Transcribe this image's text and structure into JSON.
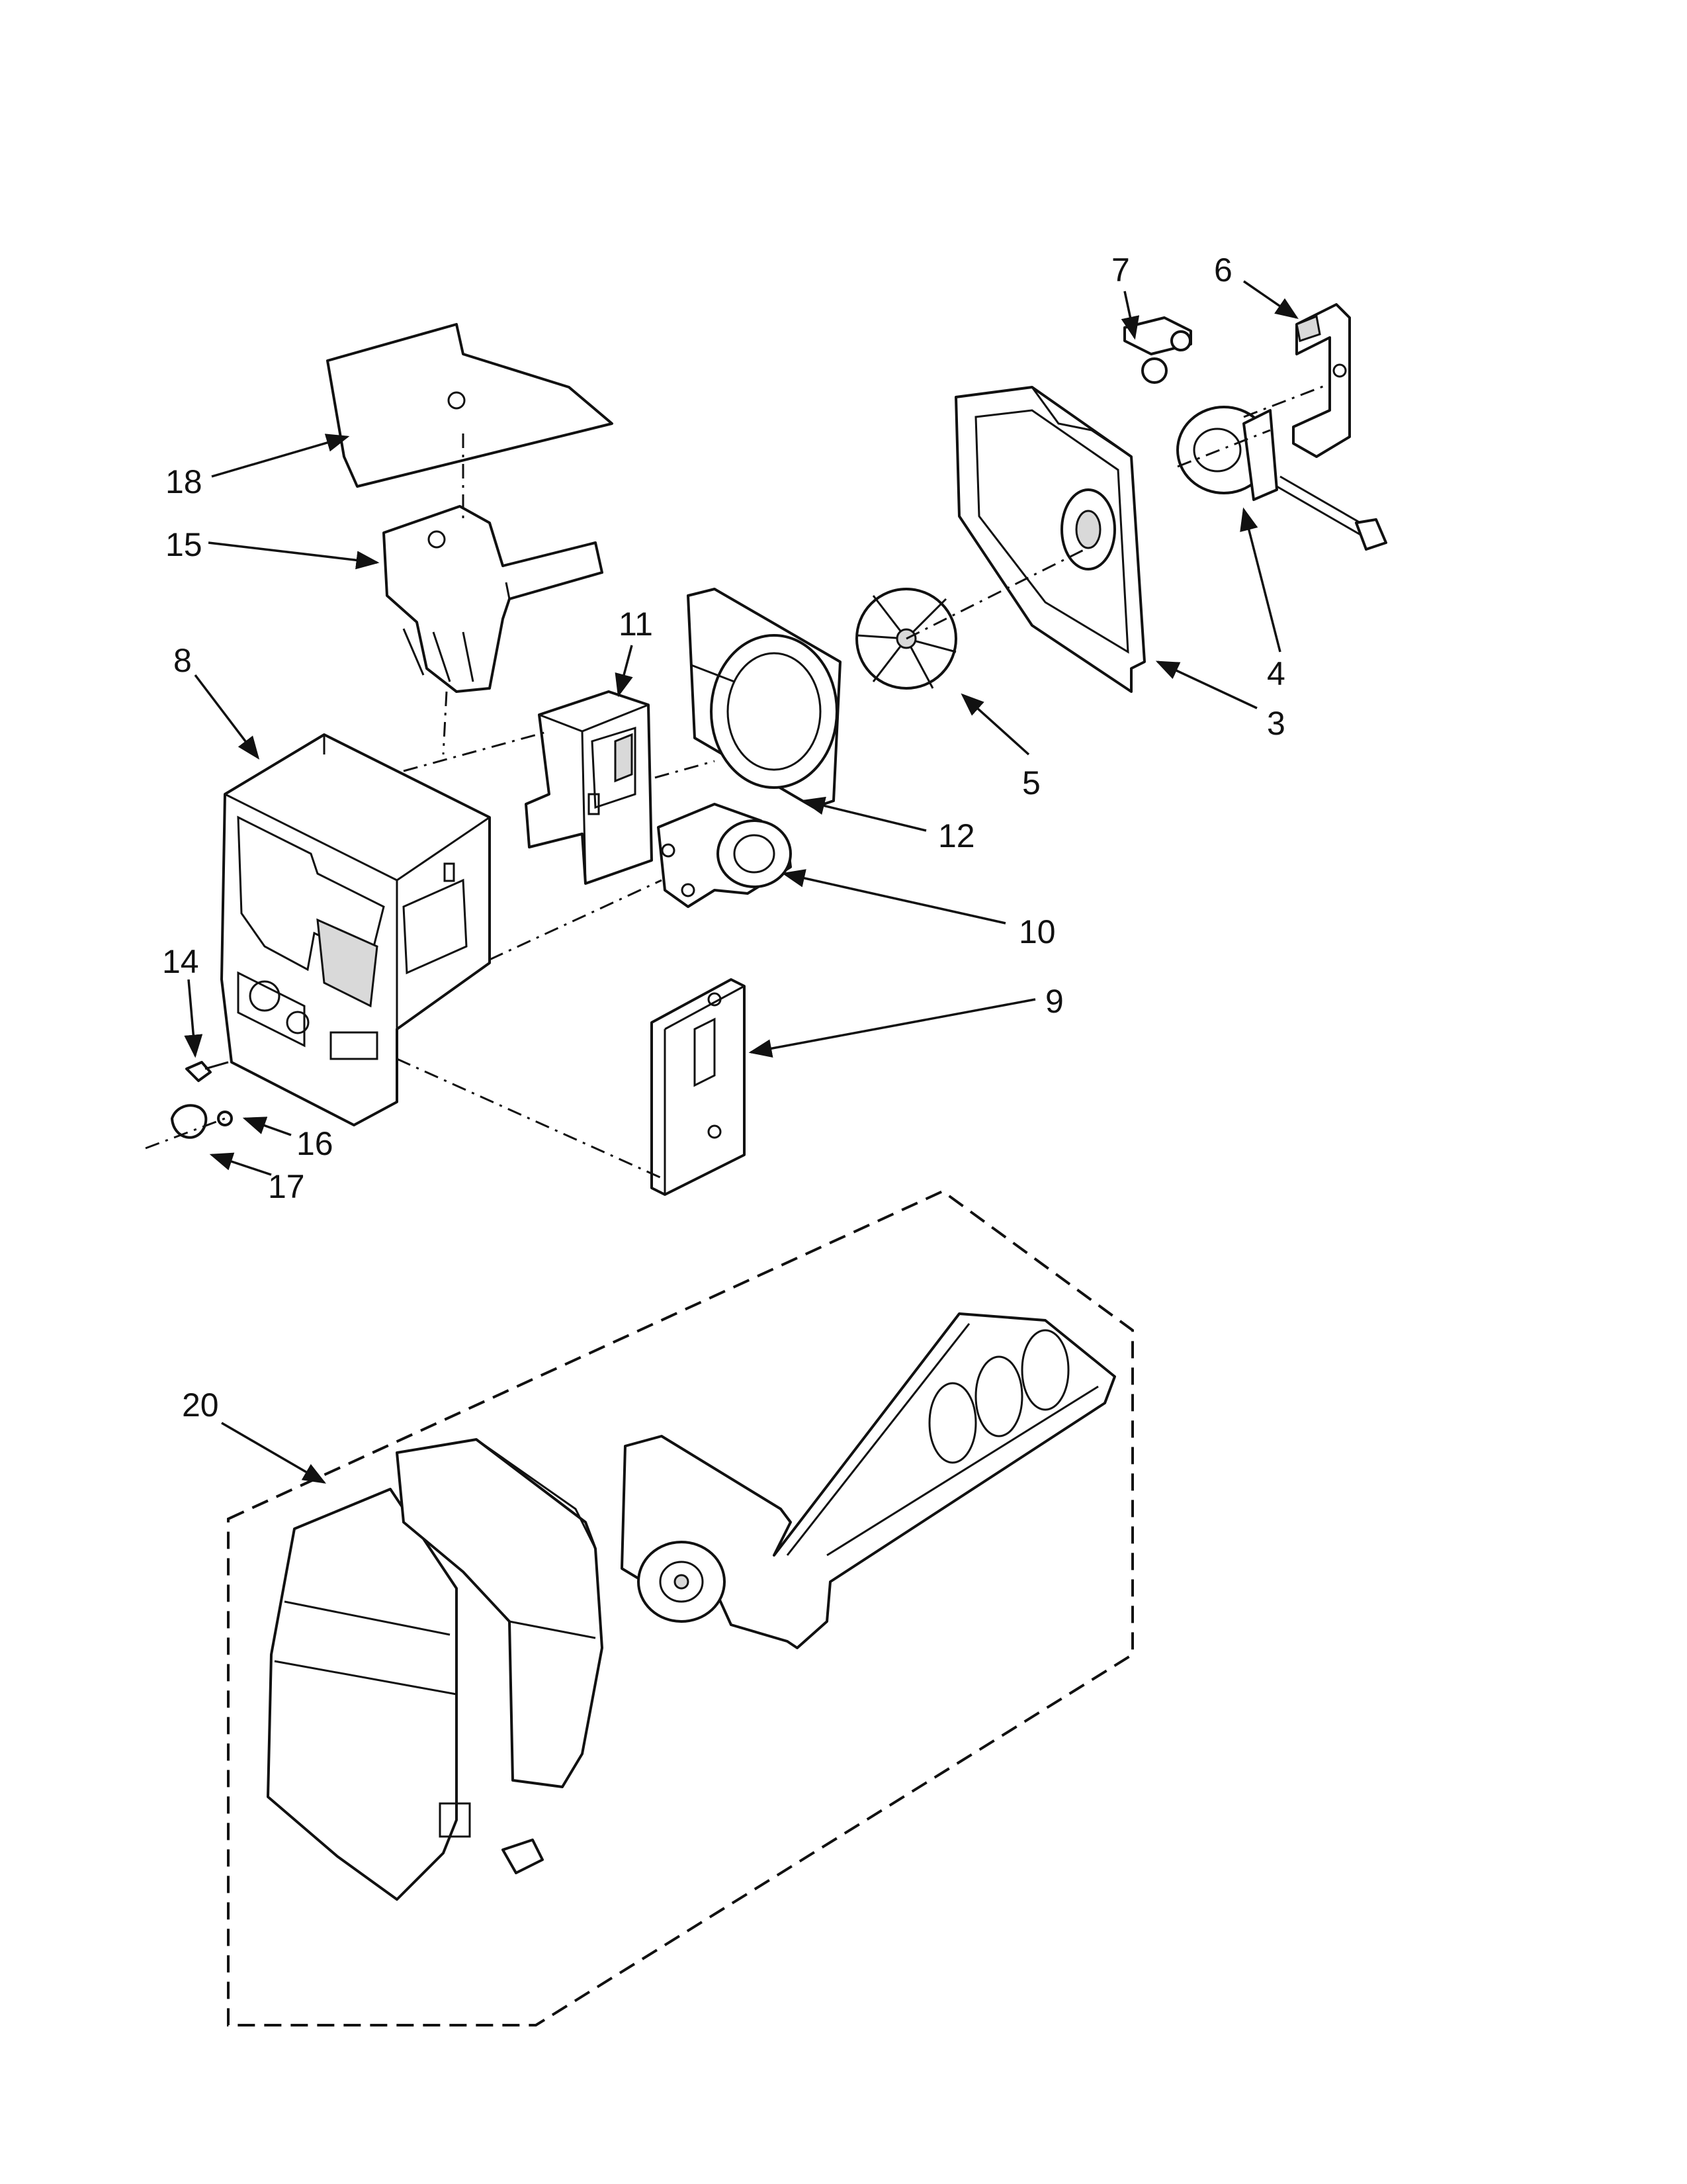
{
  "callouts": [
    "3",
    "4",
    "5",
    "6",
    "7",
    "8",
    "9",
    "10",
    "11",
    "12",
    "14",
    "15",
    "16",
    "17",
    "18",
    "20"
  ],
  "colors": {
    "ink": "#111111",
    "paper": "#ffffff",
    "shade": "#d9d9d9"
  }
}
